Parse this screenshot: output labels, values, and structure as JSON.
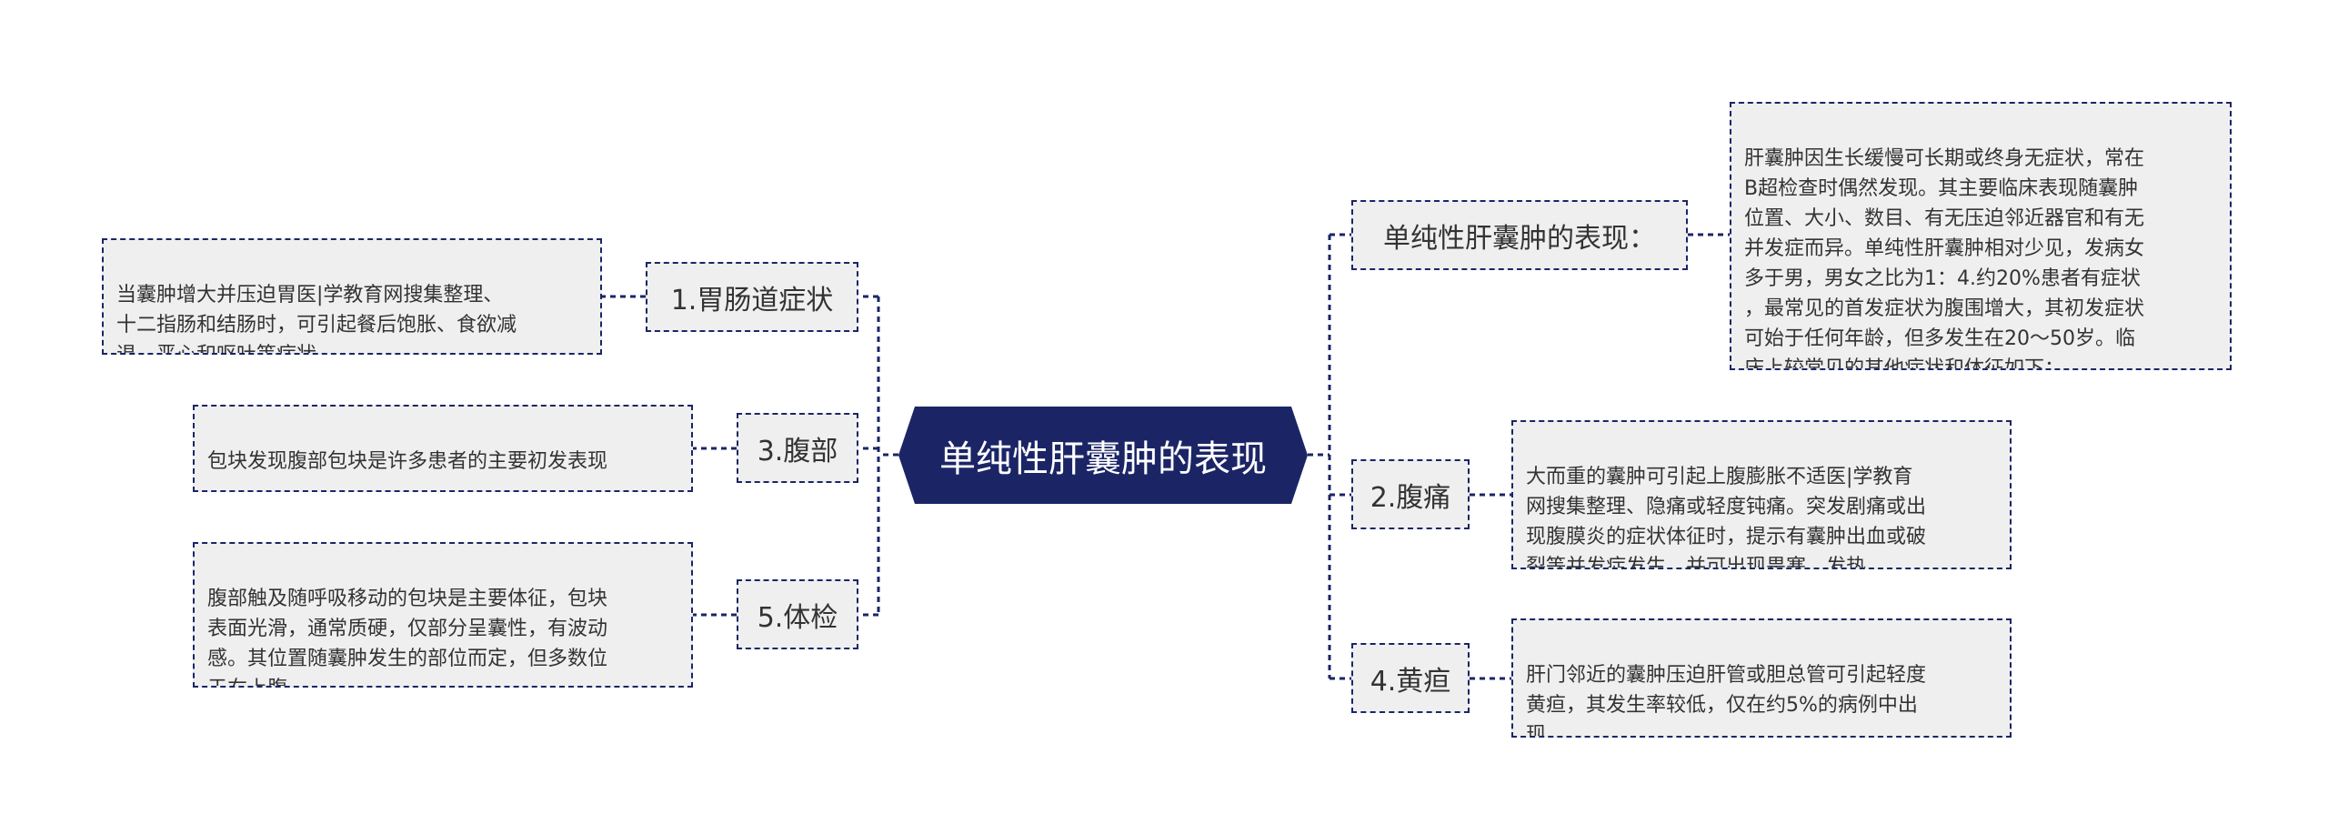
{
  "root": {
    "label": "单纯性肝囊肿的表现"
  },
  "branches": [
    {
      "label": "单纯性肝囊肿的表现：",
      "text": "肝囊肿因生长缓慢可长期或终身无症状，常在\nB超检查时偶然发现。其主要临床表现随囊肿\n位置、大小、数目、有无压迫邻近器官和有无\n并发症而异。单纯性肝囊肿相对少见，发病女\n多于男，男女之比为1：4.约20%患者有症状\n，最常见的首发症状为腹围增大，其初发症状\n可始于任何年龄，但多发生在20～50岁。临\n床上较常见的其他症状和体征如下："
    },
    {
      "label": "2.腹痛",
      "text": "大而重的囊肿可引起上腹膨胀不适医|学教育\n网搜集整理、隐痛或轻度钝痛。突发剧痛或出\n现腹膜炎的症状体征时，提示有囊肿出血或破\n裂等并发症发生，并可出现畏寒、发热。"
    },
    {
      "label": "4.黄疸",
      "text": "肝门邻近的囊肿压迫肝管或胆总管可引起轻度\n黄疸，其发生率较低，仅在约5%的病例中出\n现。"
    },
    {
      "label": "1.胃肠道症状",
      "text": "当囊肿增大并压迫胃医|学教育网搜集整理、\n十二指肠和结肠时，可引起餐后饱胀、食欲减\n退、恶心和呕吐等症状。"
    },
    {
      "label": "3.腹部",
      "text": "包块发现腹部包块是许多患者的主要初发表现\n。"
    },
    {
      "label": "5.体检",
      "text": "腹部触及随呼吸移动的包块是主要体征，包块\n表面光滑，通常质硬，仅部分呈囊性，有波动\n感。其位置随囊肿发生的部位而定，但多数位\n于右上腹。"
    }
  ],
  "colors": {
    "root_bg": "#1b2566",
    "root_text": "#ffffff",
    "node_bg": "#efefef",
    "border": "#1b2566",
    "text": "#333333"
  }
}
